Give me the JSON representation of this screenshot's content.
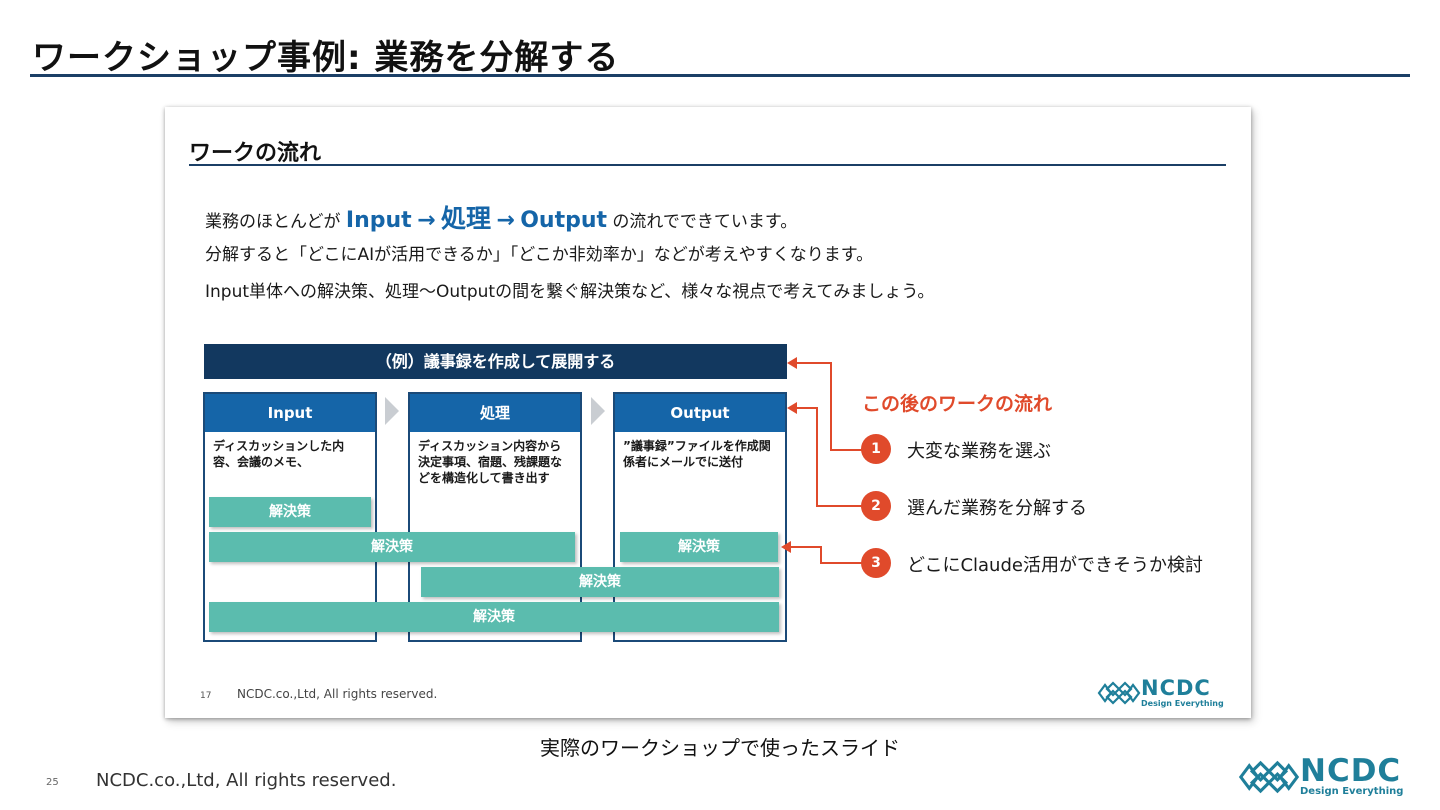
{
  "page": {
    "title": "ワークショップ事例: 業務を分解する",
    "caption": "実際のワークショップで使ったスライド",
    "page_number": "25",
    "copyright": "NCDC.co.,Ltd, All rights reserved.",
    "rule_color": "#1b3f66"
  },
  "slide": {
    "title": "ワークの流れ",
    "intro": {
      "line1_pre": "業務のほとんどが",
      "line1_hl1": "Input",
      "line1_arrow1": "→",
      "line1_hl2": "処理",
      "line1_arrow2": "→",
      "line1_hl3": "Output",
      "line1_post": "の流れでできています。",
      "line2": "分解すると「どこにAIが活用できるか」「どこか非効率か」などが考えやすくなります。",
      "line3": "Input単体への解決策、処理〜Outputの間を繋ぐ解決策など、様々な視点で考えてみましょう。"
    },
    "banner": "（例）議事録を作成して展開する",
    "columns": [
      {
        "header": "Input",
        "body": "ディスカッションした内容、会議のメモ、"
      },
      {
        "header": "処理",
        "body": "ディスカッション内容から決定事項、宿題、残課題などを構造化して書き出す"
      },
      {
        "header": "Output",
        "body": "”議事録”ファイルを作成関係者にメールでに送付"
      }
    ],
    "solutions": [
      "解決策",
      "解決策",
      "解決策",
      "解決策",
      "解決策"
    ],
    "flow_title": "この後のワークの流れ",
    "steps": [
      {
        "num": "1",
        "label": "大変な業務を選ぶ"
      },
      {
        "num": "2",
        "label": "選んだ業務を分解する"
      },
      {
        "num": "3",
        "label": "どこにClaude活用ができそうか検討"
      }
    ],
    "footer_number": "17",
    "footer_copyright": "NCDC.co.,Ltd, All rights reserved.",
    "colors": {
      "banner": "#12385f",
      "column_header": "#1565a8",
      "solution": "#5bbcae",
      "accent": "#e04a2b",
      "highlight": "#1565a8"
    }
  },
  "logo": {
    "name": "NCDC",
    "tagline": "Design Everything",
    "icon": "ncdc-logo-icon",
    "color": "#1f7f9a"
  }
}
